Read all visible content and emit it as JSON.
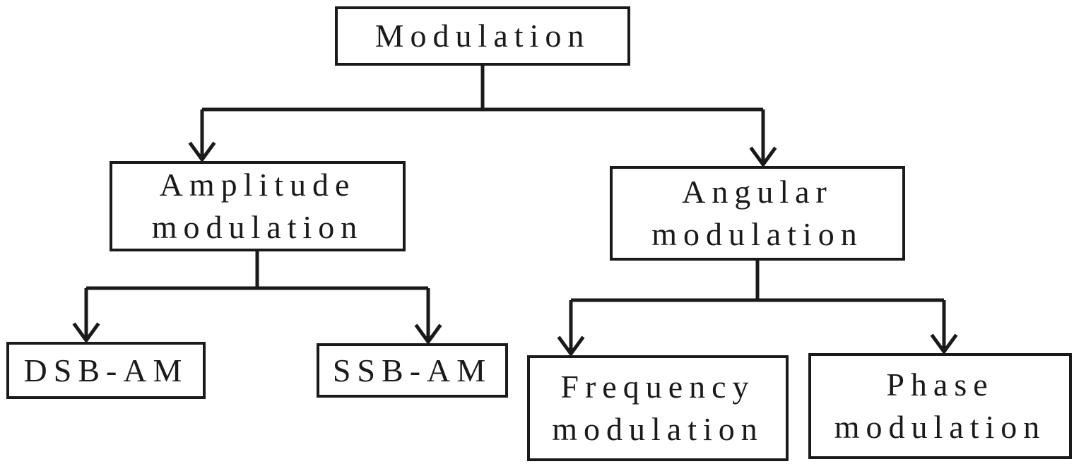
{
  "diagram": {
    "root": {
      "label": "Modulation"
    },
    "amplitude": {
      "line1": "Amplitude",
      "line2": "modulation"
    },
    "angular": {
      "line1": "Angular",
      "line2": "modulation"
    },
    "dsb": {
      "label": "DSB-AM"
    },
    "ssb": {
      "label": "SSB-AM"
    },
    "frequency": {
      "line1": "Frequency",
      "line2": "modulation"
    },
    "phase": {
      "line1": "Phase",
      "line2": "modulation"
    },
    "colors": {
      "stroke": "#1a1a1a",
      "background": "#ffffff"
    }
  }
}
